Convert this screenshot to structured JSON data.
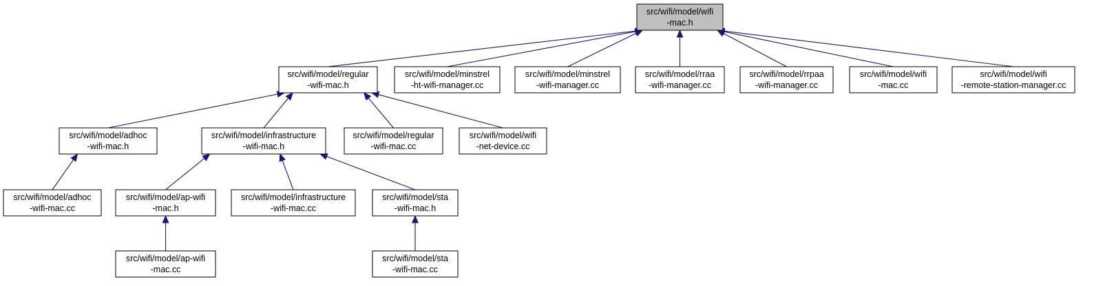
{
  "diagram": {
    "root_node": "wifi_mac_h",
    "colors": {
      "root_fill": "#bfbfbf",
      "node_fill": "#ffffff",
      "border": "#000000",
      "edge": "#191970"
    },
    "nodes": {
      "wifi_mac_h": {
        "line1": "src/wifi/model/wifi",
        "line2": "-mac.h"
      },
      "regular_wifi_mac_h": {
        "line1": "src/wifi/model/regular",
        "line2": "-wifi-mac.h"
      },
      "minstrel_ht_wifi_manager_cc": {
        "line1": "src/wifi/model/minstrel",
        "line2": "-ht-wifi-manager.cc"
      },
      "minstrel_wifi_manager_cc": {
        "line1": "src/wifi/model/minstrel",
        "line2": "-wifi-manager.cc"
      },
      "rraa_wifi_manager_cc": {
        "line1": "src/wifi/model/rraa",
        "line2": "-wifi-manager.cc"
      },
      "rrpaa_wifi_manager_cc": {
        "line1": "src/wifi/model/rrpaa",
        "line2": "-wifi-manager.cc"
      },
      "wifi_mac_cc": {
        "line1": "src/wifi/model/wifi",
        "line2": "-mac.cc"
      },
      "wifi_remote_station_manager_cc": {
        "line1": "src/wifi/model/wifi",
        "line2": "-remote-station-manager.cc"
      },
      "adhoc_wifi_mac_h": {
        "line1": "src/wifi/model/adhoc",
        "line2": "-wifi-mac.h"
      },
      "infrastructure_wifi_mac_h": {
        "line1": "src/wifi/model/infrastructure",
        "line2": "-wifi-mac.h"
      },
      "regular_wifi_mac_cc": {
        "line1": "src/wifi/model/regular",
        "line2": "-wifi-mac.cc"
      },
      "wifi_net_device_cc": {
        "line1": "src/wifi/model/wifi",
        "line2": "-net-device.cc"
      },
      "adhoc_wifi_mac_cc": {
        "line1": "src/wifi/model/adhoc",
        "line2": "-wifi-mac.cc"
      },
      "ap_wifi_mac_h": {
        "line1": "src/wifi/model/ap-wifi",
        "line2": "-mac.h"
      },
      "infrastructure_wifi_mac_cc": {
        "line1": "src/wifi/model/infrastructure",
        "line2": "-wifi-mac.cc"
      },
      "sta_wifi_mac_h": {
        "line1": "src/wifi/model/sta",
        "line2": "-wifi-mac.h"
      },
      "ap_wifi_mac_cc": {
        "line1": "src/wifi/model/ap-wifi",
        "line2": "-mac.cc"
      },
      "sta_wifi_mac_cc": {
        "line1": "src/wifi/model/sta",
        "line2": "-wifi-mac.cc"
      }
    },
    "edges": [
      {
        "from": "regular_wifi_mac_h",
        "to": "wifi_mac_h"
      },
      {
        "from": "minstrel_ht_wifi_manager_cc",
        "to": "wifi_mac_h"
      },
      {
        "from": "minstrel_wifi_manager_cc",
        "to": "wifi_mac_h"
      },
      {
        "from": "rraa_wifi_manager_cc",
        "to": "wifi_mac_h"
      },
      {
        "from": "rrpaa_wifi_manager_cc",
        "to": "wifi_mac_h"
      },
      {
        "from": "wifi_mac_cc",
        "to": "wifi_mac_h"
      },
      {
        "from": "wifi_remote_station_manager_cc",
        "to": "wifi_mac_h"
      },
      {
        "from": "adhoc_wifi_mac_h",
        "to": "regular_wifi_mac_h"
      },
      {
        "from": "infrastructure_wifi_mac_h",
        "to": "regular_wifi_mac_h"
      },
      {
        "from": "regular_wifi_mac_cc",
        "to": "regular_wifi_mac_h"
      },
      {
        "from": "wifi_net_device_cc",
        "to": "regular_wifi_mac_h"
      },
      {
        "from": "adhoc_wifi_mac_cc",
        "to": "adhoc_wifi_mac_h"
      },
      {
        "from": "ap_wifi_mac_h",
        "to": "infrastructure_wifi_mac_h"
      },
      {
        "from": "infrastructure_wifi_mac_cc",
        "to": "infrastructure_wifi_mac_h"
      },
      {
        "from": "sta_wifi_mac_h",
        "to": "infrastructure_wifi_mac_h"
      },
      {
        "from": "ap_wifi_mac_cc",
        "to": "ap_wifi_mac_h"
      },
      {
        "from": "sta_wifi_mac_cc",
        "to": "sta_wifi_mac_h"
      }
    ]
  }
}
